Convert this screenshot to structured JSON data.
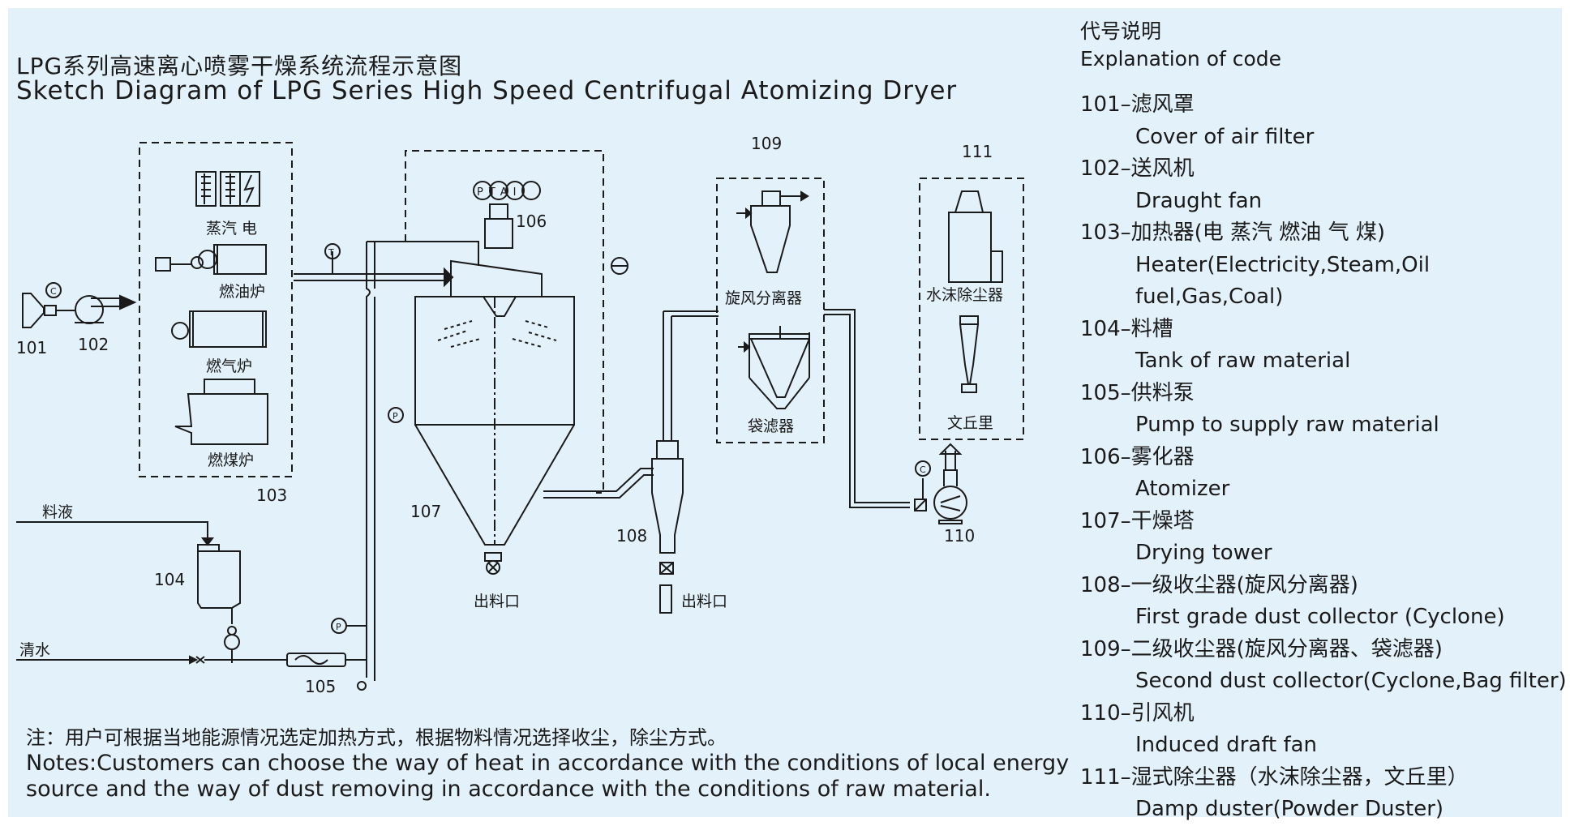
{
  "title": {
    "cn": "LPG系列高速离心喷雾干燥系统流程示意图",
    "en": "Sketch Diagram of LPG Series High Speed Centrifugal Atomizing Dryer"
  },
  "legend": {
    "header_cn": "代号说明",
    "header_en": "Explanation of code",
    "items": [
      {
        "code": "101",
        "cn": "滤风罩",
        "en": "Cover of air filter"
      },
      {
        "code": "102",
        "cn": "送风机",
        "en": "Draught fan"
      },
      {
        "code": "103",
        "cn": "加热器(电 蒸汽 燃油 气 煤)",
        "en": "Heater(Electricity,Steam,Oil fuel,Gas,Coal)"
      },
      {
        "code": "104",
        "cn": "料槽",
        "en": "Tank of raw material"
      },
      {
        "code": "105",
        "cn": "供料泵",
        "en": "Pump to supply raw material"
      },
      {
        "code": "106",
        "cn": "雾化器",
        "en": "Atomizer"
      },
      {
        "code": "107",
        "cn": "干燥塔",
        "en": "Drying tower"
      },
      {
        "code": "108",
        "cn": "一级收尘器(旋风分离器)",
        "en": "First grade dust collector (Cyclone)"
      },
      {
        "code": "109",
        "cn": "二级收尘器(旋风分离器、袋滤器)",
        "en": "Second dust collector(Cyclone,Bag filter)"
      },
      {
        "code": "110",
        "cn": "引风机",
        "en": "Induced draft fan"
      },
      {
        "code": "111",
        "cn": "湿式除尘器（水沫除尘器，文丘里）",
        "en": "Damp duster(Powder Duster)"
      }
    ]
  },
  "diagram": {
    "labels": {
      "heater_types": "蒸汽 电",
      "oil_furnace": "燃油炉",
      "gas_furnace": "燃气炉",
      "coal_furnace": "燃煤炉",
      "feed_liquid": "料液",
      "clean_water": "清水",
      "outlet": "出料口",
      "cyclone": "旋风分离器",
      "bag_filter": "袋滤器",
      "water_foam_duster": "水沫除尘器",
      "venturi": "文丘里",
      "atomizer_gauges": "PTAI"
    },
    "codes": {
      "c101": "101",
      "c102": "102",
      "c103": "103",
      "c104": "104",
      "c105": "105",
      "c106": "106",
      "c107": "107",
      "c108": "108",
      "c109": "109",
      "c110": "110",
      "c111": "111"
    }
  },
  "note": {
    "cn": "注：用户可根据当地能源情况选定加热方式，根据物料情况选择收尘，除尘方式。",
    "en_line1": "Notes:Customers can choose the way of heat in accordance with the conditions of local energy",
    "en_line2": "source and the way of dust removing in accordance with the conditions of raw material."
  },
  "colors": {
    "background": "#e3f1fb",
    "line": "#1a1a1a"
  }
}
